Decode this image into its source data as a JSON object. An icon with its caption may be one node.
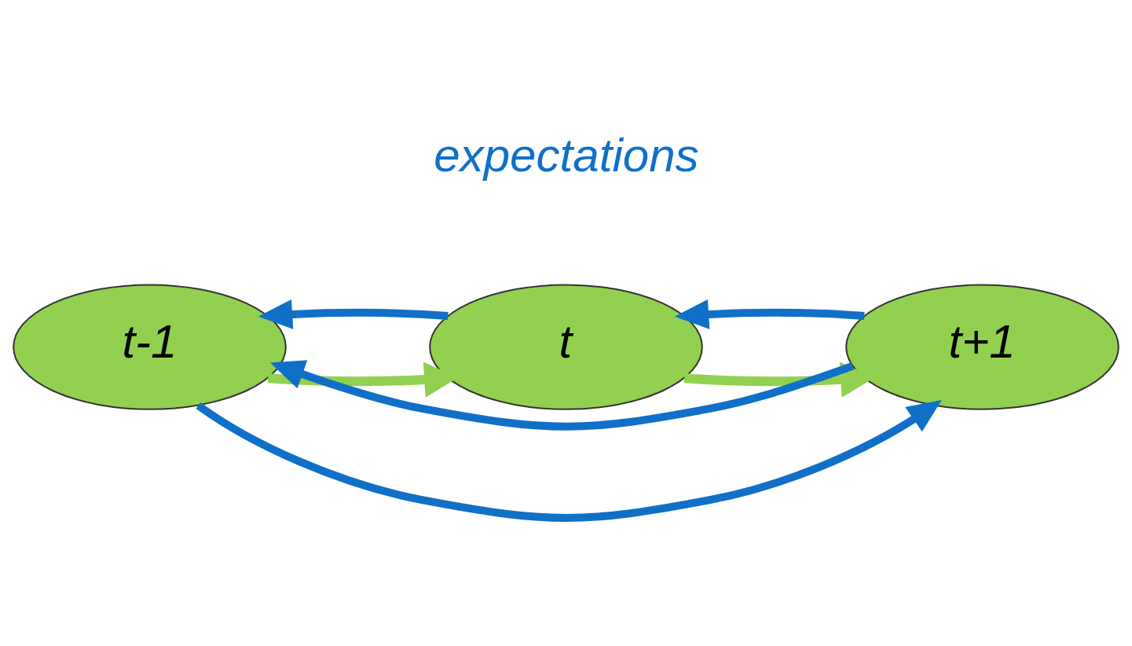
{
  "diagram": {
    "nodes": [
      {
        "text": [
          "t-1"
        ]
      },
      {
        "text": [
          "t"
        ]
      },
      {
        "text": [
          "t+1"
        ]
      }
    ],
    "edges": [
      {
        "from": 0,
        "to": 2,
        "arrow": "to"
      },
      {
        "from": 0,
        "to": 1,
        "arrow": "to",
        "color": "#92d050"
      },
      {
        "from": 1,
        "to": 2,
        "arrow": "to",
        "color": "#92d050"
      },
      {
        "from": 1,
        "to": 0,
        "arrow": "to"
      },
      {
        "from": 2,
        "to": 1,
        "arrow": "to"
      },
      {
        "from": 2,
        "to": 0,
        "arrow": "to"
      }
    ],
    "labels": [
      "expectations"
    ]
  }
}
